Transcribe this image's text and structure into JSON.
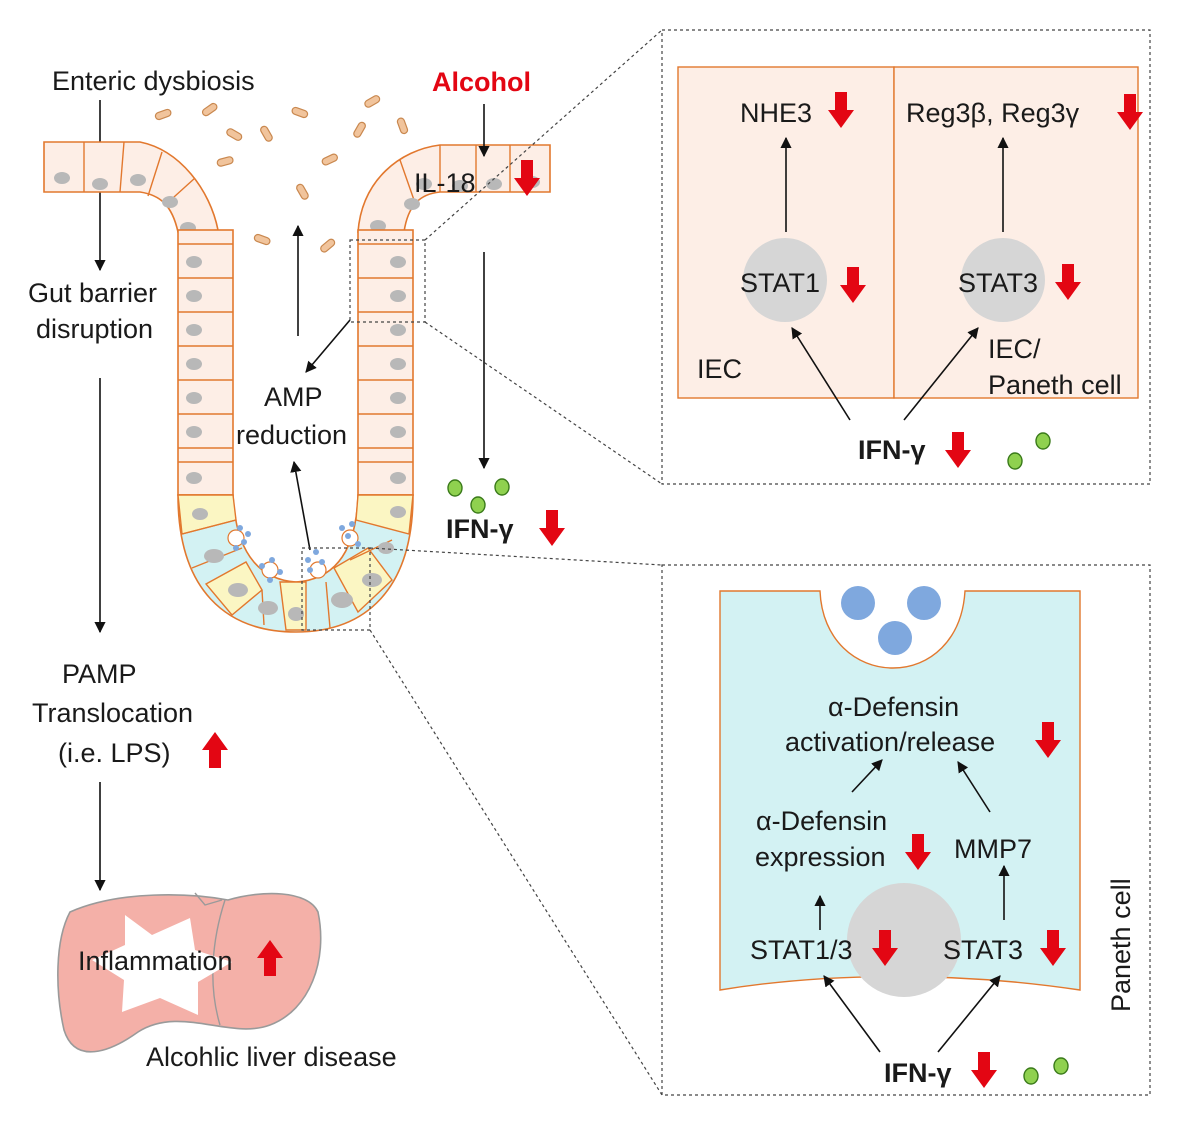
{
  "left": {
    "enteric_dysbiosis": "Enteric dysbiosis",
    "gut_barrier_line1": "Gut barrier",
    "gut_barrier_line2": "disruption",
    "pamp_line1": "PAMP",
    "pamp_line2": "Translocation",
    "pamp_line3": "(i.e. LPS)",
    "inflammation": "Inflammation",
    "liver_disease": "Alcohlic liver disease"
  },
  "crypt": {
    "alcohol": "Alcohol",
    "il18": "IL-18",
    "amp_line1": "AMP",
    "amp_line2": "reduction",
    "ifn": "IFN-γ"
  },
  "top_panel": {
    "nhe3": "NHE3",
    "stat1": "STAT1",
    "iec": "IEC",
    "reg3": "Reg3β, Reg3γ",
    "stat3": "STAT3",
    "iec_paneth_line1": "IEC/",
    "iec_paneth_line2": "Paneth cell",
    "ifn": "IFN-γ"
  },
  "bottom_panel": {
    "defensin_act_line1": "α-Defensin",
    "defensin_act_line2": "activation/release",
    "defensin_exp_line1": "α-Defensin",
    "defensin_exp_line2": "expression",
    "mmp7": "MMP7",
    "stat13": "STAT1/3",
    "stat3": "STAT3",
    "paneth_cell": "Paneth cell",
    "ifn": "IFN-γ"
  },
  "colors": {
    "down_arrow": "#e30613",
    "alcohol_text": "#e30613",
    "epithelium_fill": "#fdeee6",
    "epithelium_stroke": "#e2782e",
    "paneth_fill": "#d3f2f3",
    "stem_fill": "#fbf6c3",
    "liver_fill": "#f4b0a8",
    "granule": "#7fa8de",
    "ifn_particle": "#8fd14f"
  },
  "icons": {
    "decrease": "red-down-arrow-icon",
    "increase": "red-up-arrow-icon"
  }
}
